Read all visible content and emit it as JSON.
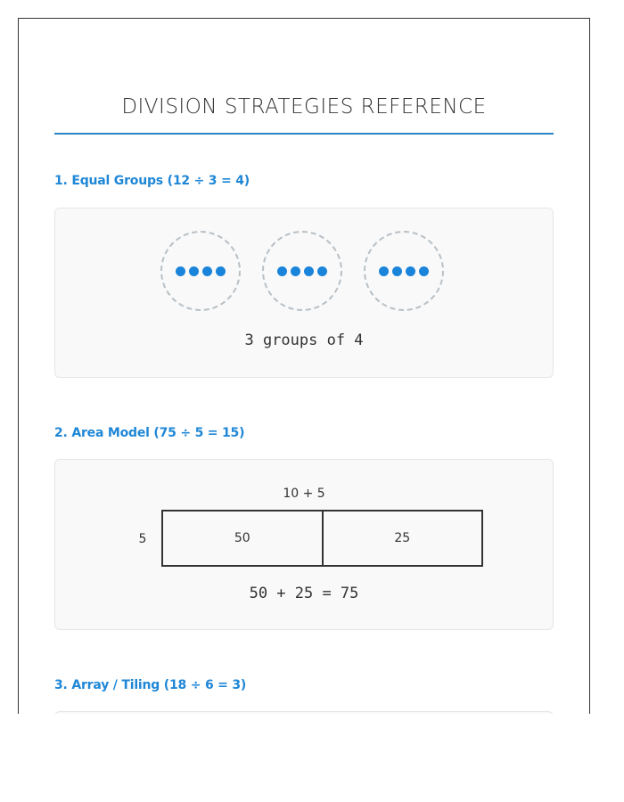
{
  "document": {
    "title": "Division Strategies Reference",
    "colors": {
      "accent": "#1f87d6",
      "dot": "#1a84db",
      "rule": "#2a84c6",
      "card_bg": "#f9f9f9",
      "text": "#333333"
    }
  },
  "sections": [
    {
      "heading": "1. Equal Groups (12 ÷ 3 = 4)",
      "groups": [
        {
          "dots": 4
        },
        {
          "dots": 4
        },
        {
          "dots": 4
        }
      ],
      "caption": "3 groups of 4"
    },
    {
      "heading": "2. Area Model (75 ÷ 5 = 15)",
      "top_label": "10 + 5",
      "side_label": "5",
      "cells": [
        "50",
        "25"
      ],
      "caption": "50 + 25 = 75"
    },
    {
      "heading": "3. Array / Tiling (18 ÷ 6 = 3)"
    }
  ]
}
